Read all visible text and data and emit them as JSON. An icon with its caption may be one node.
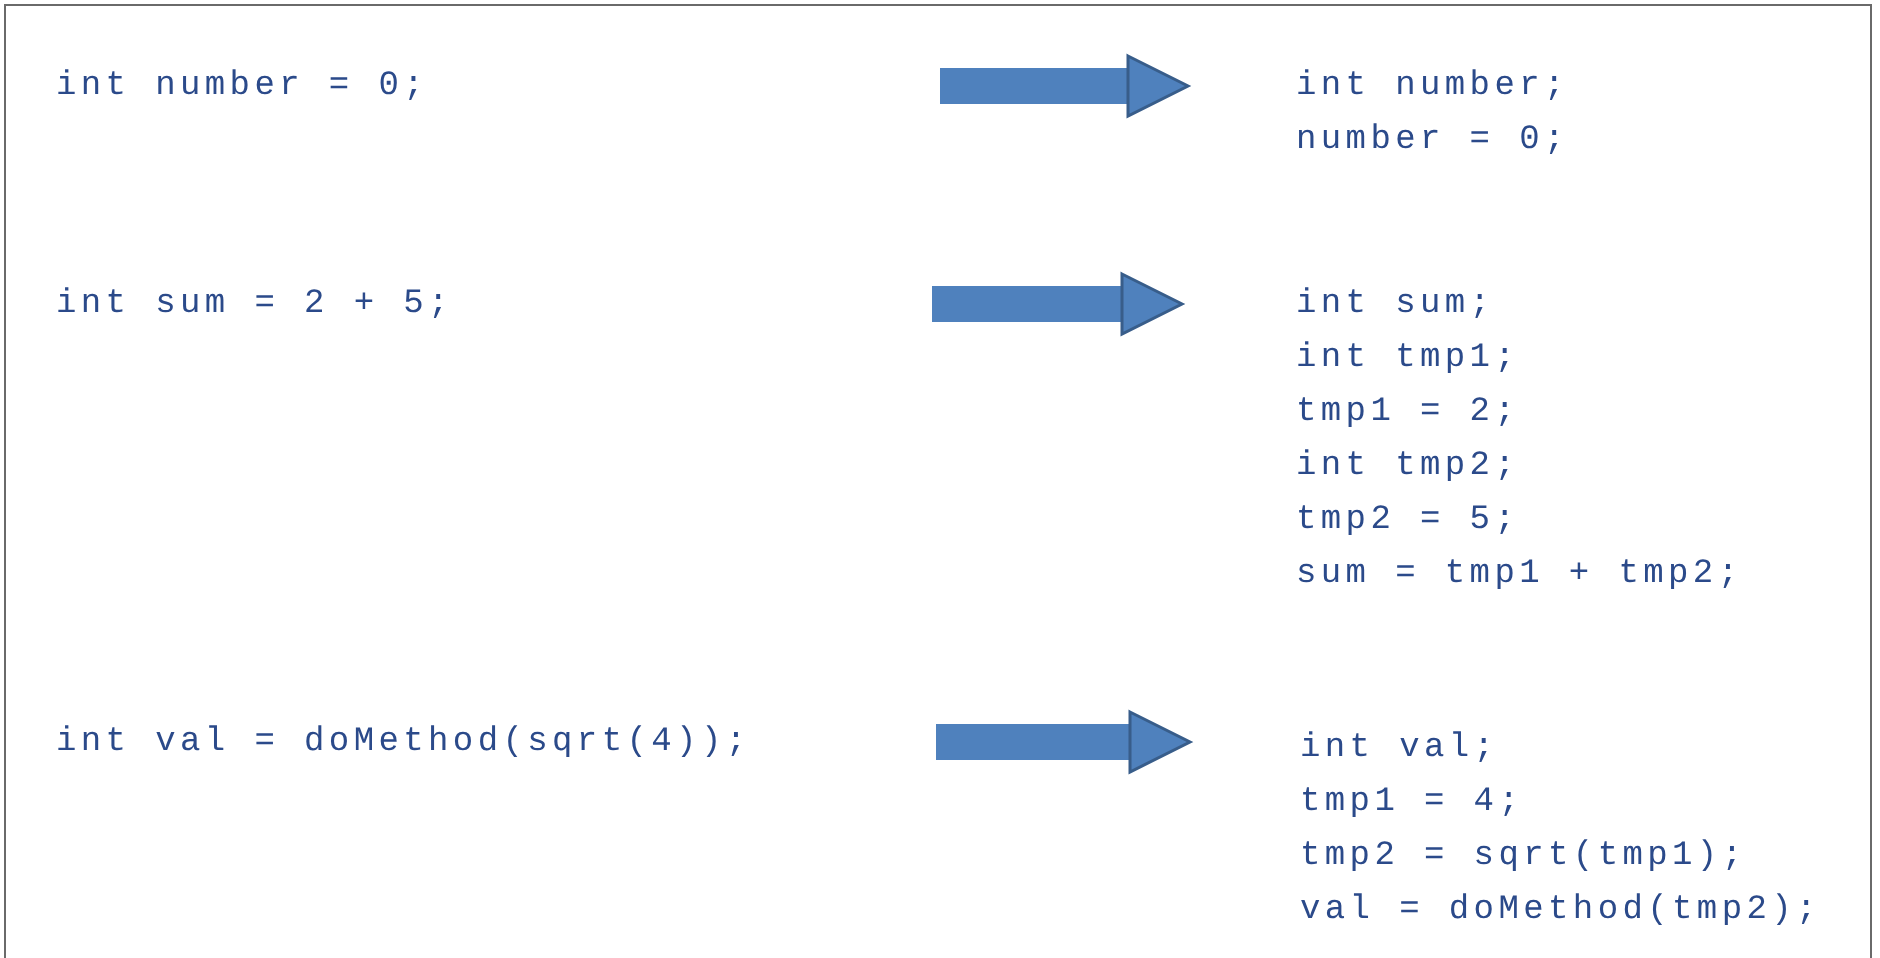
{
  "diagram": {
    "nodes": [
      {
        "text": [
          "int number = 0;"
        ]
      },
      {
        "text": [
          "int number;",
          "number = 0;"
        ]
      },
      {
        "text": [
          "int sum = 2 + 5;"
        ]
      },
      {
        "text": [
          "int sum;",
          "int tmp1;",
          "tmp1 = 2;",
          "int tmp2;",
          "tmp2 = 5;",
          "sum = tmp1 + tmp2;"
        ]
      },
      {
        "text": [
          "int val = doMethod(sqrt(4));"
        ]
      },
      {
        "text": [
          "int val;",
          "tmp1 = 4;",
          "tmp2 = sqrt(tmp1);",
          "val = doMethod(tmp2);"
        ]
      }
    ],
    "edges": [
      {
        "from": 0,
        "to": 1,
        "arrow": "to"
      },
      {
        "from": 2,
        "to": 3,
        "arrow": "to"
      },
      {
        "from": 4,
        "to": 5,
        "arrow": "to"
      }
    ]
  }
}
